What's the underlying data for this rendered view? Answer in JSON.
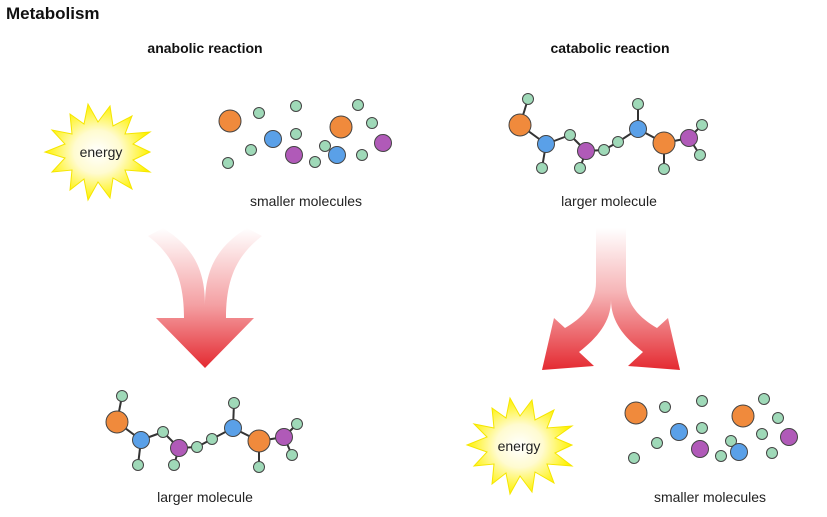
{
  "title": "Metabolism",
  "anabolic": {
    "heading": "anabolic reaction",
    "energy_label": "energy",
    "input_label": "smaller molecules",
    "output_label": "larger molecule"
  },
  "catabolic": {
    "heading": "catabolic reaction",
    "input_label": "larger molecule",
    "energy_label": "energy",
    "output_label": "smaller molecules"
  },
  "colors": {
    "orange_atom": "#f08a3c",
    "blue_atom": "#5aa0e8",
    "purple_atom": "#b05ab8",
    "green_atom": "#9fd9b8",
    "arrow_red": "#e8333a",
    "starburst_yellow": "#fff200"
  }
}
